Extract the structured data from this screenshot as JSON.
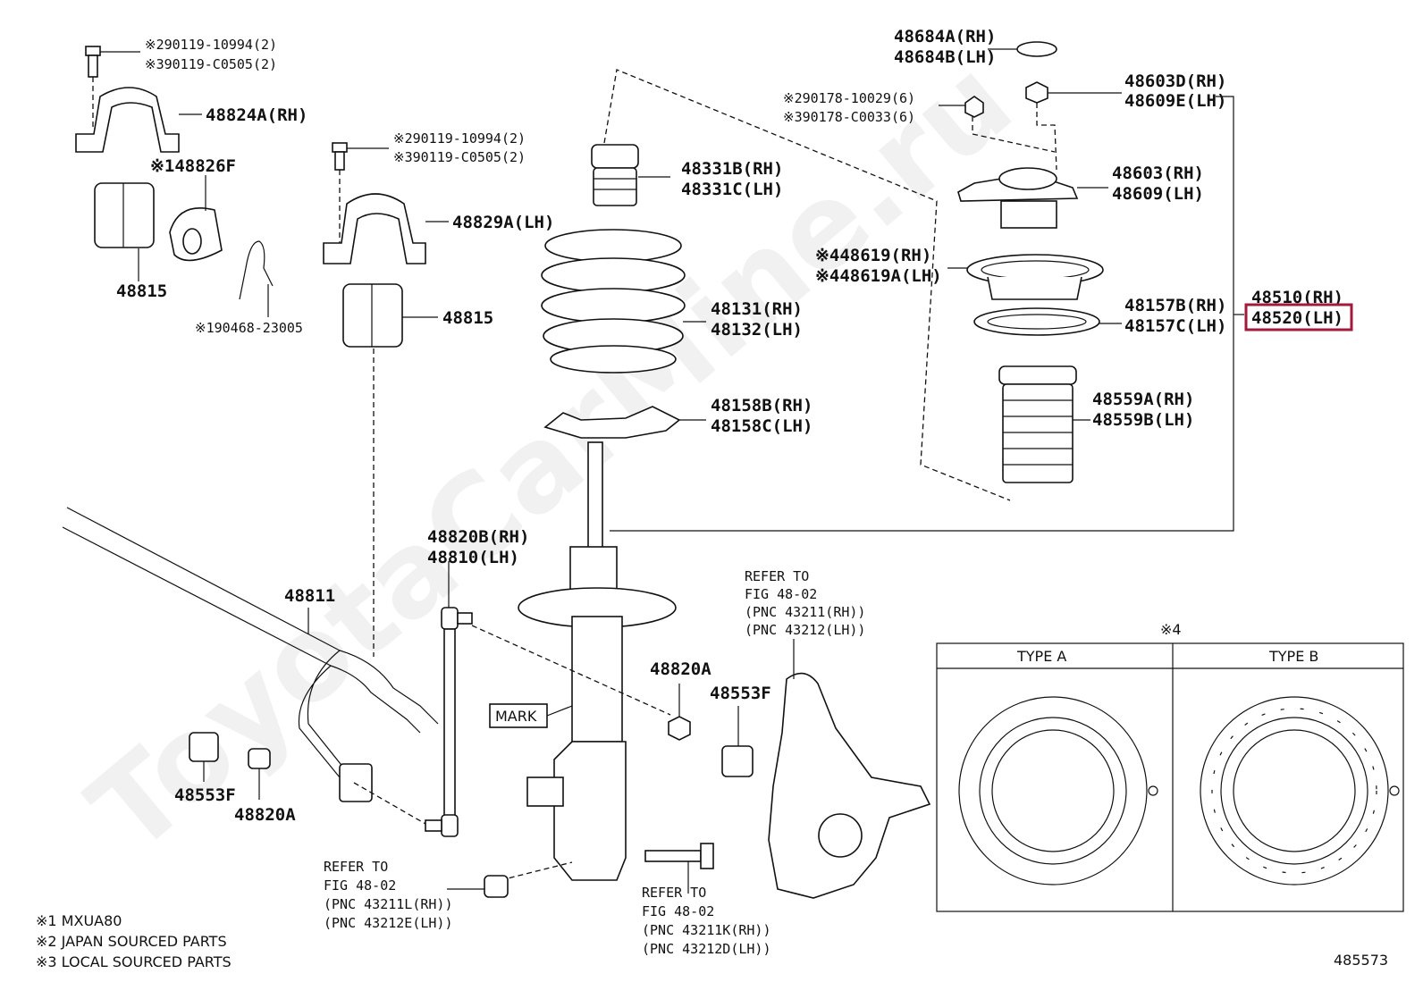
{
  "watermark": "ToyotaCarMine.ru",
  "figure_number": "485573",
  "parts": {
    "bolt_top_left_a": "※290119-10994(2)",
    "bolt_top_left_b": "※390119-C0505(2)",
    "bracket_rh": "48824A(RH)",
    "bushing_48826f": "※148826F",
    "bushing_left": "48815",
    "clip": "※190468-23005",
    "bolt_mid_a": "※290119-10994(2)",
    "bolt_mid_b": "※390119-C0505(2)",
    "bracket_lh": "48829A(LH)",
    "bushing_mid": "48815",
    "bump_stop_rh": "48331B(RH)",
    "bump_stop_lh": "48331C(LH)",
    "spring_rh": "48131(RH)",
    "spring_lh": "48132(LH)",
    "lower_seat_rh": "48158B(RH)",
    "lower_seat_lh": "48158C(LH)",
    "cap_rh": "48684A(RH)",
    "cap_lh": "48684B(LH)",
    "nut_top_a": "※290178-10029(6)",
    "nut_top_b": "※390178-C0033(6)",
    "nut_rh": "48603D(RH)",
    "nut_lh": "48609E(LH)",
    "mount_rh": "48603(RH)",
    "mount_lh": "48609(LH)",
    "bearing_rh": "※448619(RH)",
    "bearing_lh": "※448619A(LH)",
    "insulator_rh": "48157B(RH)",
    "insulator_lh": "48157C(LH)",
    "strut_rh": "48510(RH)",
    "strut_lh": "48520(LH)",
    "boot_rh": "48559A(RH)",
    "boot_lh": "48559B(LH)",
    "stabilizer_bar": "48811",
    "link_rh": "48820B(RH)",
    "link_lh": "48810(LH)",
    "nut_48820a_right": "48820A",
    "nut_48553f_right": "48553F",
    "nut_48553f_left": "48553F",
    "nut_48820a_left": "48820A",
    "mark": "MARK"
  },
  "refers": {
    "knuckle": [
      "REFER TO",
      "FIG 48-02",
      "(PNC 43211(RH))",
      "(PNC 43212(LH))"
    ],
    "bottom_left": [
      "REFER TO",
      "FIG 48-02",
      "(PNC 43211L(RH))",
      "(PNC 43212E(LH))"
    ],
    "bottom_mid": [
      "REFER TO",
      "FIG 48-02",
      "(PNC 43211K(RH))",
      "(PNC 43212D(LH))"
    ]
  },
  "type_box": {
    "marker": "※4",
    "type_a": "TYPE A",
    "type_b": "TYPE B"
  },
  "notes": [
    "※1 MXUA80",
    "※2 JAPAN SOURCED PARTS",
    "※3 LOCAL SOURCED PARTS"
  ],
  "colors": {
    "highlight": "#a3193b",
    "line": "#111111"
  }
}
